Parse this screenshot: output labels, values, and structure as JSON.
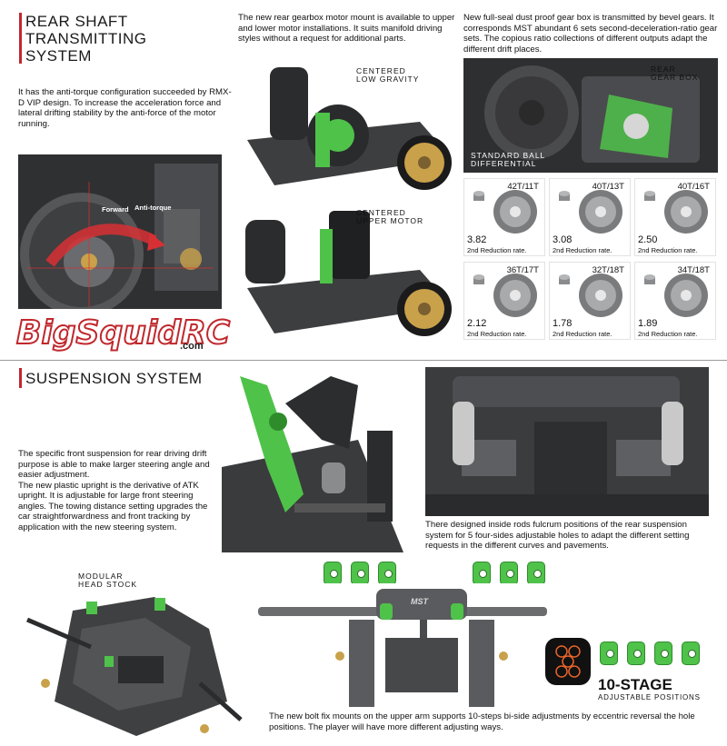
{
  "rear": {
    "title_lines": [
      "REAR SHAFT",
      "TRANSMITTING",
      "SYSTEM"
    ],
    "intro": "It has the anti-torque configuration succeeded by RMX-D VIP design. To increase the acceleration force and lateral drifting stability by the anti-force of the motor running.",
    "photo_labels": {
      "forward": "Forward",
      "antitorque": "Anti-torque"
    },
    "motor_mount_text": "The new rear gearbox motor mount is available to upper and lower motor installations. It suits manifold driving styles without a request for additional parts.",
    "callout_low": [
      "CENTERED",
      "LOW GRAVITY"
    ],
    "callout_upper": [
      "CENTERED",
      "UPPER MOTOR"
    ],
    "gearbox_text": "New full-seal dust proof gear box is transmitted by bevel gears. It corresponds MST abundant 6 sets second-deceleration-ratio gear sets. The copious ratio collections of different outputs adapt the different drift places.",
    "callout_gearbox": [
      "REAR",
      "GEAR BOX"
    ],
    "callout_diff": [
      "STANDARD BALL",
      "DIFFERENTIAL"
    ],
    "gear_sets": [
      {
        "ratio": "42T/11T",
        "value": "3.82",
        "caption": "2nd Reduction rate."
      },
      {
        "ratio": "40T/13T",
        "value": "3.08",
        "caption": "2nd Reduction rate."
      },
      {
        "ratio": "40T/16T",
        "value": "2.50",
        "caption": "2nd Reduction rate."
      },
      {
        "ratio": "36T/17T",
        "value": "2.12",
        "caption": "2nd Reduction rate."
      },
      {
        "ratio": "32T/18T",
        "value": "1.78",
        "caption": "2nd Reduction rate."
      },
      {
        "ratio": "34T/18T",
        "value": "1.89",
        "caption": "2nd Reduction rate."
      }
    ]
  },
  "watermark": {
    "main": "BigSquidRC",
    "sub": ".com"
  },
  "suspension": {
    "title": "SUSPENSION SYSTEM",
    "front_text": "The specific front suspension for rear driving drift purpose is able to make larger steering angle and easier adjustment.\nThe new plastic upright is the derivative of ATK upright. It is adjustable for large front steering angles. The towing distance setting upgrades the car straightforwardness and front tracking by application with the new steering system.",
    "rear_text": "There designed inside rods fulcrum positions of the rear suspension system for 5 four-sides adjustable holes to adapt the different setting requests in the different curves and pavements.",
    "callout_headstock": [
      "MODULAR",
      "HEAD STOCK"
    ],
    "stage_number": "10-STAGE",
    "stage_label": "ADJUSTABLE POSITIONS",
    "bolt_text": "The new bolt fix mounts on the upper arm supports 10-steps bi-side adjustments by eccentric reversal the hole positions. The player will have more different adjusting ways.",
    "brand": "MST"
  },
  "colors": {
    "accent_red": "#c0282d",
    "green": "#4fc24a",
    "gold": "#c9a14a",
    "orange": "#e8642a"
  }
}
